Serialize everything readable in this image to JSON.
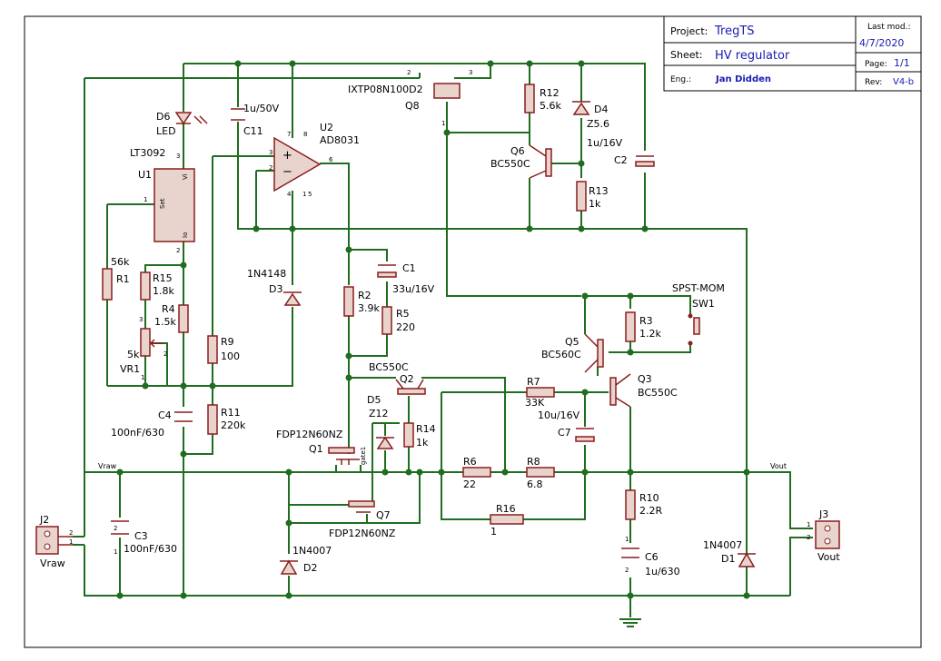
{
  "title_block": {
    "project_label": "Project:",
    "project_value": "TregTS",
    "sheet_label": "Sheet:",
    "sheet_value": "HV regulator",
    "eng_label": "Eng.:",
    "eng_value": "Jan Didden",
    "lastmod_label": "Last mod.:",
    "lastmod_value": "4/7/2020",
    "page_label": "Page:",
    "page_value": "1/1",
    "rev_label": "Rev:",
    "rev_value": "V4-b"
  },
  "components": {
    "u1": {
      "ref": "U1",
      "value": "LT3092",
      "pin_set": "Set",
      "pin_vi": "Vi",
      "pin_io": "Io"
    },
    "u2": {
      "ref": "U2",
      "value": "AD8031"
    },
    "d6": {
      "ref": "D6",
      "value": "LED"
    },
    "c11": {
      "ref": "C11",
      "value": "1u/50V"
    },
    "q8": {
      "ref": "Q8",
      "value": "IXTP08N100D2"
    },
    "r12": {
      "ref": "R12",
      "value": "5.6k"
    },
    "d4": {
      "ref": "D4",
      "value": "Z5.6"
    },
    "q6": {
      "ref": "Q6",
      "value": "BC550C"
    },
    "c2": {
      "ref": "C2",
      "value": "1u/16V"
    },
    "r13": {
      "ref": "R13",
      "value": "1k"
    },
    "r1": {
      "ref": "R1",
      "value": "56k"
    },
    "r15": {
      "ref": "R15",
      "value": "1.8k"
    },
    "r4": {
      "ref": "R4",
      "value": "1.5k"
    },
    "vr1": {
      "ref": "VR1",
      "value": "5k"
    },
    "r9": {
      "ref": "R9",
      "value": "100"
    },
    "d3": {
      "ref": "D3",
      "value": "1N4148"
    },
    "c1": {
      "ref": "C1",
      "value": "33u/16V"
    },
    "r2": {
      "ref": "R2",
      "value": "3.9k"
    },
    "r5": {
      "ref": "R5",
      "value": "220"
    },
    "sw1": {
      "ref": "SW1",
      "value": "SPST-MOM"
    },
    "r3": {
      "ref": "R3",
      "value": "1.2k"
    },
    "q5": {
      "ref": "Q5",
      "value": "BC560C"
    },
    "q2": {
      "ref": "Q2",
      "value": "BC550C"
    },
    "r7": {
      "ref": "R7",
      "value": "33K"
    },
    "q3": {
      "ref": "Q3",
      "value": "BC550C"
    },
    "c4": {
      "ref": "C4",
      "value": "100nF/630"
    },
    "r11": {
      "ref": "R11",
      "value": "220k"
    },
    "d5": {
      "ref": "D5",
      "value": "Z12"
    },
    "r14": {
      "ref": "R14",
      "value": "1k"
    },
    "c7": {
      "ref": "C7",
      "value": "10u/16V"
    },
    "q1": {
      "ref": "Q1",
      "value": "FDP12N60NZ"
    },
    "gate1": {
      "value": "gate1"
    },
    "r6": {
      "ref": "R6",
      "value": "22"
    },
    "r8": {
      "ref": "R8",
      "value": "6.8"
    },
    "q7": {
      "ref": "Q7",
      "value": "FDP12N60NZ"
    },
    "r16": {
      "ref": "R16",
      "value": "1"
    },
    "r10": {
      "ref": "R10",
      "value": "2.2R"
    },
    "c3": {
      "ref": "C3",
      "value": "100nF/630"
    },
    "d2": {
      "ref": "D2",
      "value": "1N4007"
    },
    "d1": {
      "ref": "D1",
      "value": "1N4007"
    },
    "c6": {
      "ref": "C6",
      "value": "1u/630"
    },
    "j2": {
      "ref": "J2",
      "value": "Vraw"
    },
    "j3": {
      "ref": "J3",
      "value": "Vout"
    }
  },
  "nets": {
    "vraw": "Vraw",
    "vout": "Vout"
  },
  "colors": {
    "wire": "#1f6d1f",
    "component": "#8a1d1d",
    "fill": "#e8d4cc",
    "titleblock_value": "#1a1ab4"
  }
}
